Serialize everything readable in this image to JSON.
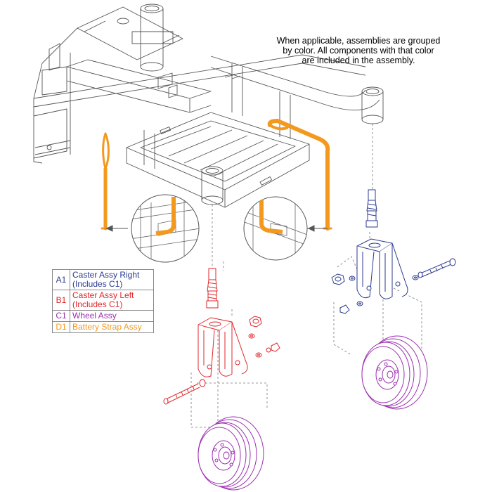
{
  "note": {
    "lines": [
      "When applicable, assemblies are grouped",
      "by color. All components with that color",
      "are included in the assembly."
    ]
  },
  "legend": [
    {
      "code": "A1",
      "lines": [
        "Caster Assy Right",
        "(Includes C1)"
      ],
      "color": "#2b3a8f"
    },
    {
      "code": "B1",
      "lines": [
        "Caster Assy Left",
        "(Includes C1)"
      ],
      "color": "#e0262b"
    },
    {
      "code": "C1",
      "lines": [
        "Wheel Assy"
      ],
      "color": "#9b2fb0"
    },
    {
      "code": "D1",
      "lines": [
        "Battery Strap Assy"
      ],
      "color": "#f39a1e"
    }
  ],
  "colors": {
    "frame": "#555555",
    "caster_right": "#2b3a8f",
    "caster_left": "#e0262b",
    "wheel": "#9b2fb0",
    "strap": "#f39a1e"
  }
}
